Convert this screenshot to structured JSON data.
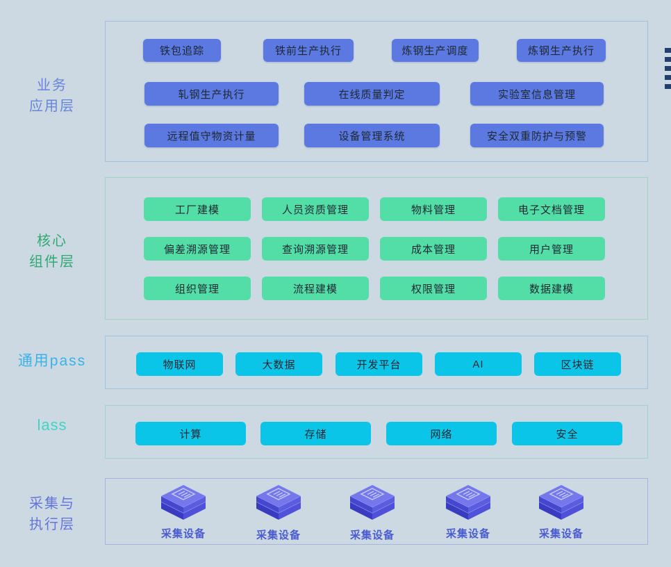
{
  "page": {
    "background": "#ccd9e3"
  },
  "edge_marks": {
    "count": 5,
    "color": "#223f6e"
  },
  "layers": {
    "business": {
      "label_line1": "业务",
      "label_line2": "应用层",
      "label_color": "#6884d8",
      "accent": "#5b79e0",
      "buttons": [
        "铁包追踪",
        "铁前生产执行",
        "炼钢生产调度",
        "炼钢生产执行",
        "轧钢生产执行",
        "在线质量判定",
        "实验室信息管理",
        "远程值守物资计量",
        "设备管理系统",
        "安全双重防护与预警"
      ]
    },
    "core": {
      "label_line1": "核心",
      "label_line2": "组件层",
      "label_color": "#2fa971",
      "accent": "#52dea6",
      "buttons": [
        "工厂建模",
        "人员资质管理",
        "物料管理",
        "电子文档管理",
        "偏差溯源管理",
        "查询溯源管理",
        "成本管理",
        "用户管理",
        "组织管理",
        "流程建模",
        "权限管理",
        "数据建模"
      ]
    },
    "pass": {
      "label": "通用pass",
      "label_color": "#38b2e8",
      "accent": "#0bc5e8",
      "buttons": [
        "物联网",
        "大数据",
        "开发平台",
        "AI",
        "区块链"
      ]
    },
    "iass": {
      "label": "lass",
      "label_color": "#3ed5c4",
      "accent": "#0bc5e8",
      "buttons": [
        "计算",
        "存储",
        "网络",
        "安全"
      ]
    },
    "collect": {
      "label_line1": "采集与",
      "label_line2": "执行层",
      "label_color": "#6474dc",
      "cube_colors": {
        "top": "#7577ea",
        "left": "#4548cf",
        "right": "#5a5de0",
        "left_lower": "#393cc0",
        "right_lower": "#4f52d8",
        "glyph": "#c3caf7"
      },
      "devices": [
        "采集设备",
        "采集设备",
        "采集设备",
        "采集设备",
        "采集设备"
      ]
    }
  }
}
